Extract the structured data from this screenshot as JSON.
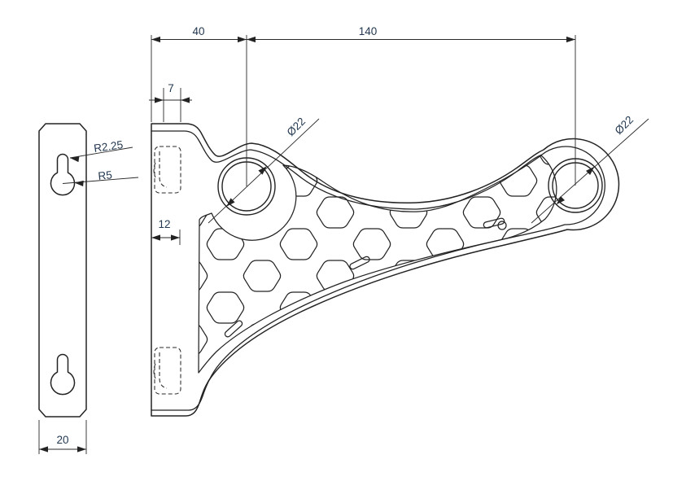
{
  "drawing": {
    "colors": {
      "line": "#232323",
      "dim_text": "#233850",
      "background": "#ffffff"
    },
    "plate_view": {
      "width_dim": "20",
      "slot_tip_radius_label": "R2.25",
      "slot_radius_label": "R5"
    },
    "bracket_view": {
      "hub_offset_dim": "40",
      "hub_span_dim": "140",
      "slot_width_dim": "7",
      "slot_depth_dim": "12",
      "left_hub_diameter_label": "Ø22",
      "right_hub_diameter_label": "Ø22"
    }
  }
}
